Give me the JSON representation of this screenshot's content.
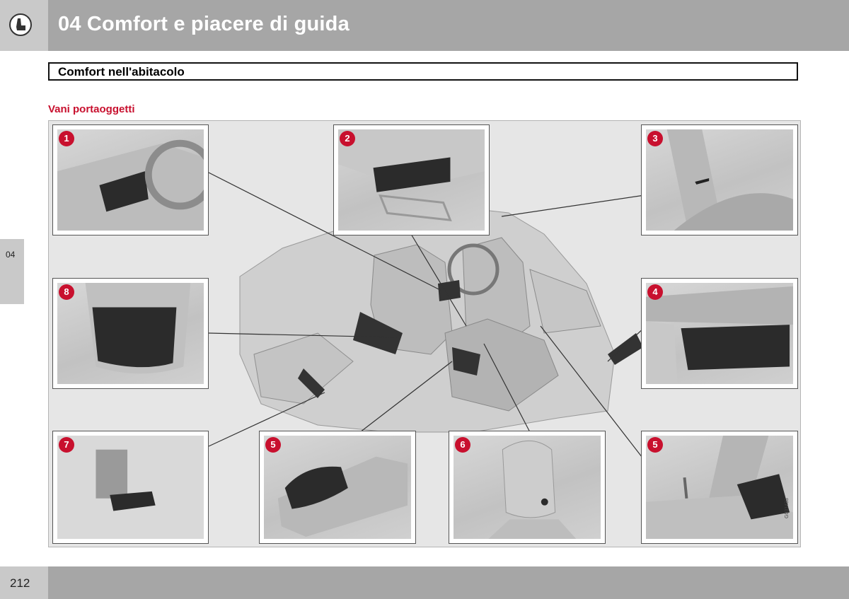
{
  "header": {
    "chapter_title": "04 Comfort e piacere di guida",
    "icon": "seat-icon"
  },
  "section": {
    "title": "Comfort nell'abitacolo"
  },
  "subsection": {
    "title": "Vani portaoggetti"
  },
  "side_tab": {
    "label": "04"
  },
  "figure": {
    "code": "G031433",
    "insets": [
      {
        "number": "1"
      },
      {
        "number": "2"
      },
      {
        "number": "3"
      },
      {
        "number": "8"
      },
      {
        "number": "4"
      },
      {
        "number": "7"
      },
      {
        "number": "5"
      },
      {
        "number": "6"
      },
      {
        "number": "5"
      }
    ]
  },
  "footer": {
    "page_number": "212"
  },
  "colors": {
    "accent": "#c8102e",
    "header_bg": "#a6a6a6",
    "tab_bg": "#c9c9c9"
  }
}
